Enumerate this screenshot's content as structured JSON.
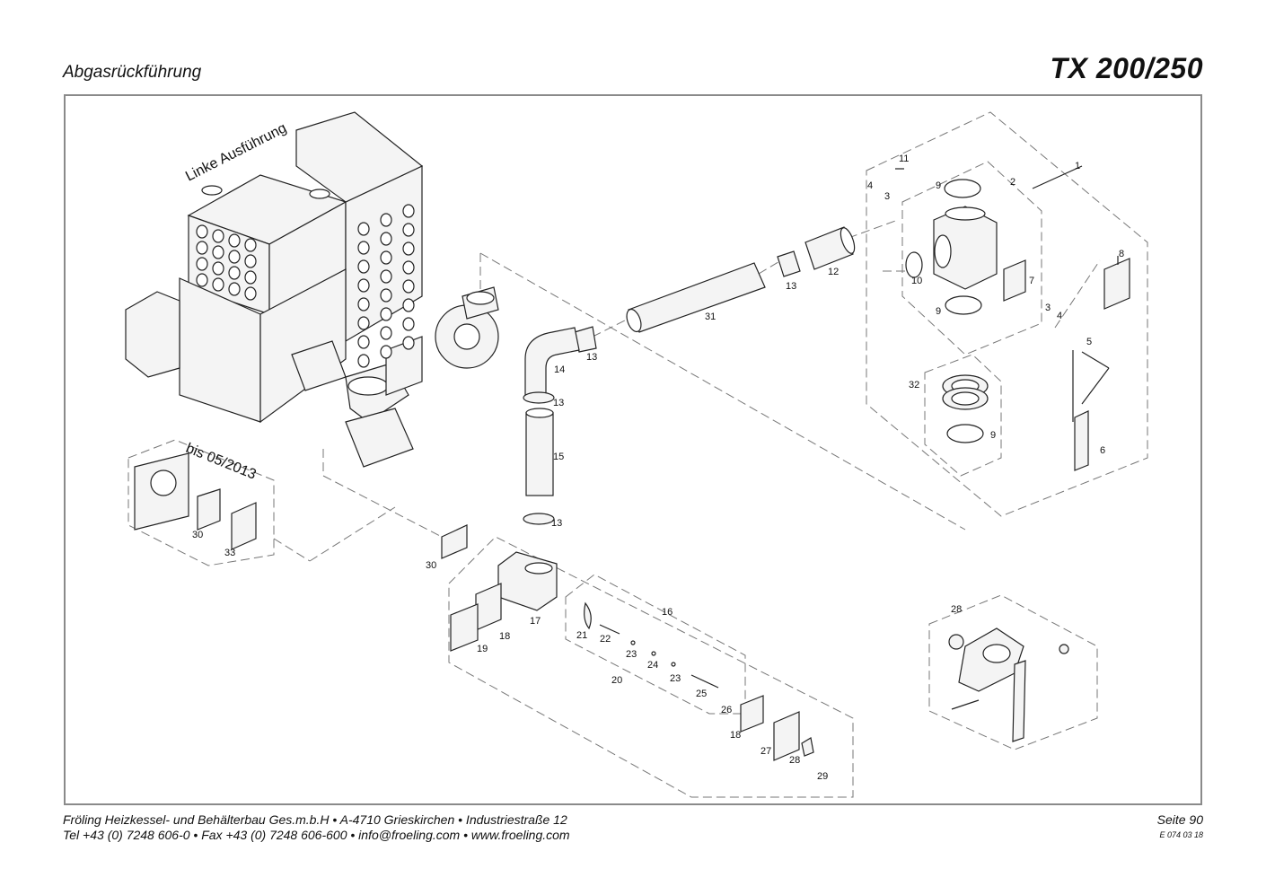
{
  "header": {
    "section_title": "Abgasrückführung",
    "model": "TX 200/250"
  },
  "drawing": {
    "variant_left": "Linke Ausführung",
    "variant_date": "bis 05/2013",
    "labels": {
      "p1": "1",
      "p2": "2",
      "p3a": "3",
      "p3b": "3",
      "p4a": "4",
      "p4b": "4",
      "p5": "5",
      "p6": "6",
      "p7": "7",
      "p8": "8",
      "p9a": "9",
      "p9b": "9",
      "p9c": "9",
      "p10": "10",
      "p11": "11",
      "p12": "12",
      "p13a": "13",
      "p13b": "13",
      "p13c": "13",
      "p13d": "13",
      "p14": "14",
      "p15": "15",
      "p16": "16",
      "p17": "17",
      "p18a": "18",
      "p18b": "18",
      "p19": "19",
      "p20": "20",
      "p21": "21",
      "p22": "22",
      "p23a": "23",
      "p23b": "23",
      "p24": "24",
      "p25": "25",
      "p26": "26",
      "p27": "27",
      "p28a": "28",
      "p28b": "28",
      "p29": "29",
      "p30a": "30",
      "p30b": "30",
      "p31": "31",
      "p32": "32",
      "p33": "33"
    }
  },
  "footer": {
    "line1": "Fröling Heizkessel- und Behälterbau Ges.m.b.H   •  A-4710 Grieskirchen   •  Industriestraße 12",
    "line2": "Tel +43 (0) 7248 606-0   •  Fax +43 (0) 7248 606-600   •  info@froeling.com   •  www.froeling.com",
    "page": "Seite 90",
    "doc_number": "E 074 03 18"
  }
}
